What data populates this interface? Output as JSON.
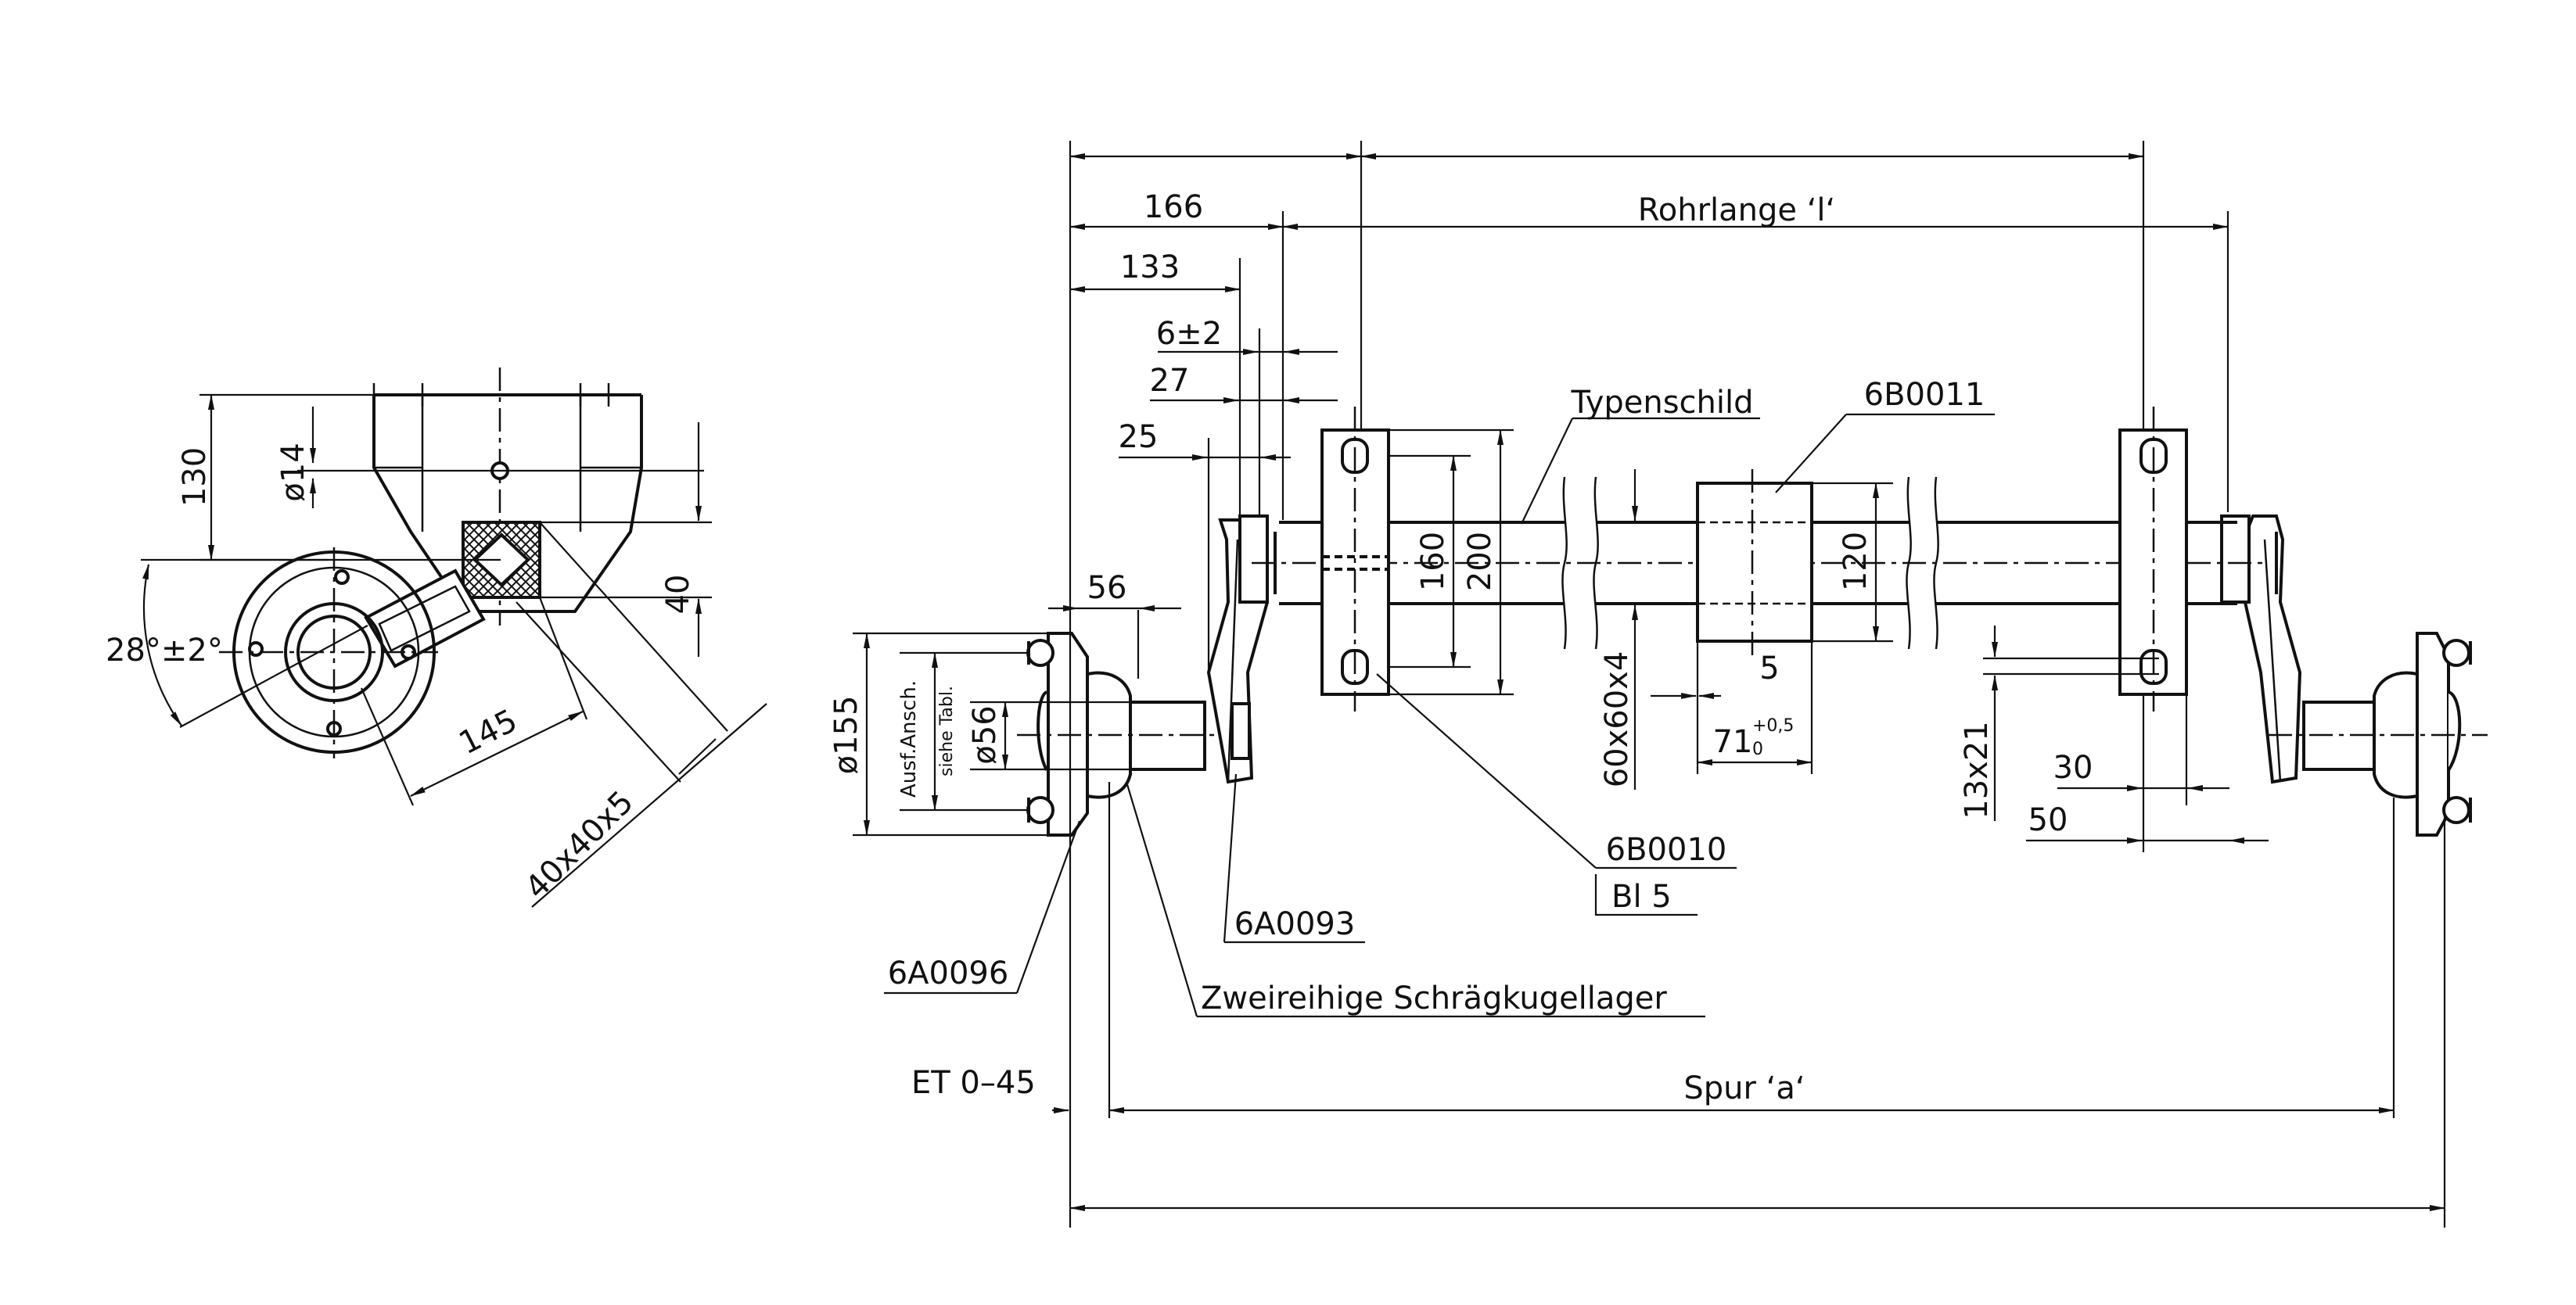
{
  "side_view": {
    "dim_130": "130",
    "dim_d14": "ø14",
    "dim_40": "40",
    "dim_angle": "28°±2°",
    "dim_145": "145",
    "dim_profile": "40x40x5"
  },
  "hub": {
    "dim_56": "56",
    "dim_d155": "ø155",
    "dim_d56": "ø56",
    "note_1": "Ausf.Ansch.",
    "note_2": "siehe Tabl."
  },
  "top_dims": {
    "dim_166": "166",
    "dim_133": "133",
    "dim_6pm2": "6±2",
    "dim_27": "27",
    "dim_25": "25",
    "tube_length": "Rohrlange ‘l‘"
  },
  "axle": {
    "typenschild": "Typenschild",
    "part_6B0011": "6B0011",
    "dim_160": "160",
    "dim_200": "200",
    "dim_120": "120",
    "dim_tube": "60x60x4",
    "dim_5": "5",
    "dim_71_base": "71",
    "dim_71_tol_up": "+0,5",
    "dim_71_tol_low": "0",
    "dim_slot": "13x21",
    "dim_30": "30",
    "dim_50": "50"
  },
  "parts": {
    "part_6B0010": "6B0010",
    "sheet": "Bl 5",
    "part_6A0093": "6A0093",
    "part_6A0096": "6A0096",
    "bearing": "Zweireihige Schrägkugellager",
    "et": "ET 0–45",
    "track": "Spur ‘a‘"
  }
}
